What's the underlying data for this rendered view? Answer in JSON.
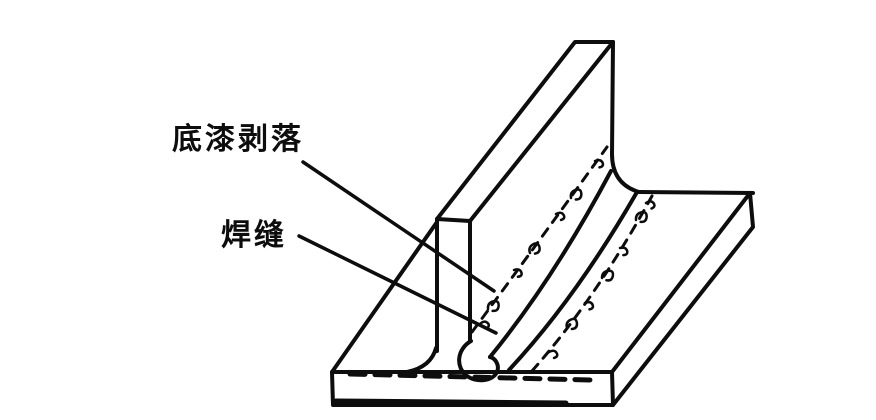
{
  "page": {
    "background_color": "#ffffff",
    "line_color": "#0d0d0d"
  },
  "diagram": {
    "type": "technical-line-drawing",
    "subject": "T-joint fillet weld on primed steel, showing primer peeled zone along weld seam",
    "labels": {
      "primer_peel": "底漆剥落",
      "weld_seam": "焊缝"
    }
  }
}
